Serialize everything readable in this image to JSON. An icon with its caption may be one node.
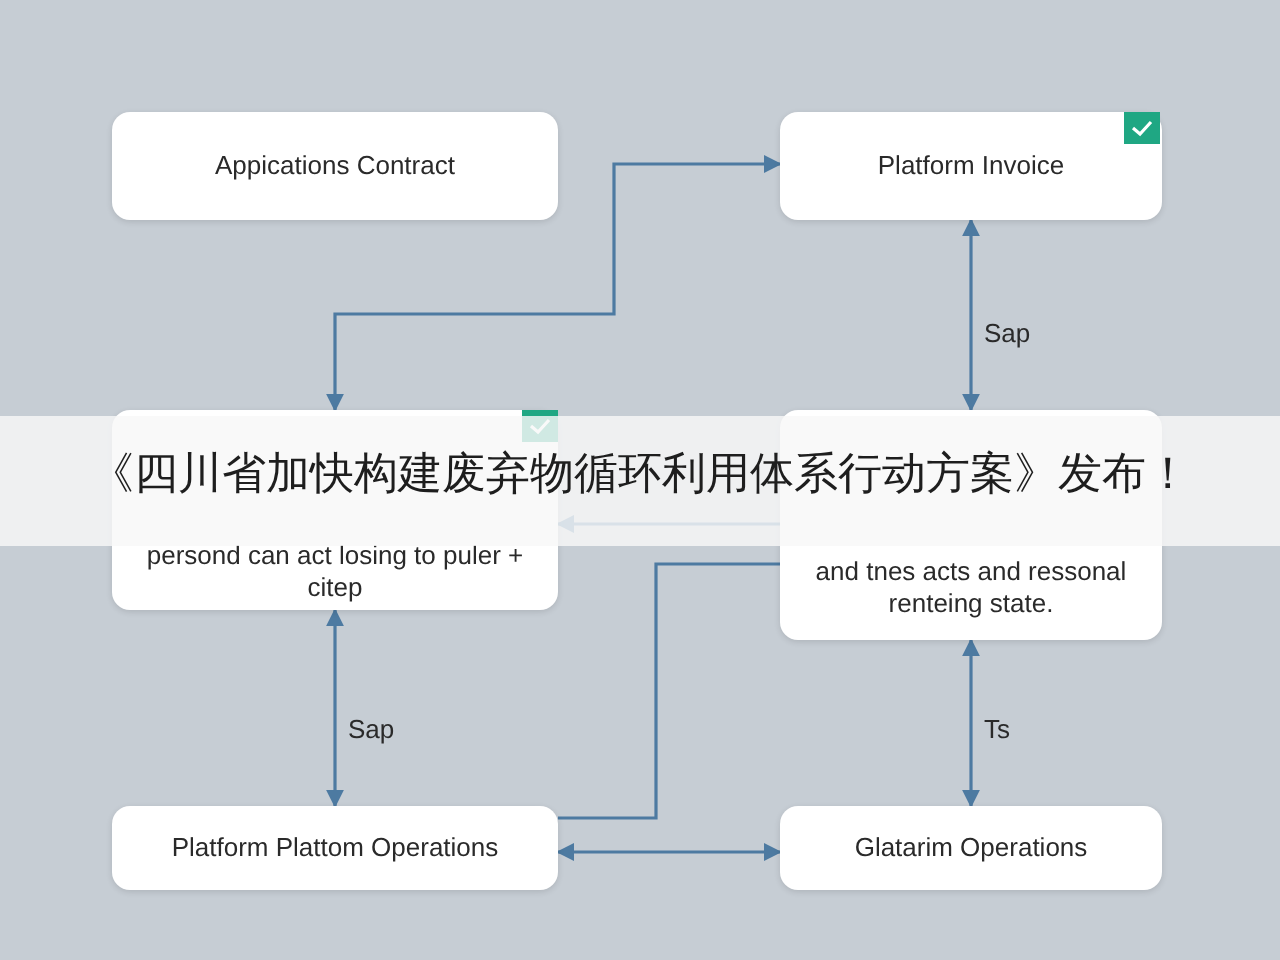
{
  "diagram": {
    "nodes": [
      {
        "text": [
          "Appications Contract"
        ]
      },
      {
        "text": [
          "Platform Invoice"
        ]
      },
      {
        "text": [
          "persond can act losing to puler + citep"
        ]
      },
      {
        "text": [
          "and tnes acts and ressonal renteing state."
        ]
      },
      {
        "text": [
          "Platform Plattom Operations"
        ]
      },
      {
        "text": [
          "Glatarim Operations"
        ]
      }
    ],
    "edges": [
      {
        "from": 2,
        "to": 1,
        "arrow": "both"
      },
      {
        "from": 1,
        "to": 3,
        "arrow": "both",
        "label": "Sap"
      },
      {
        "from": 3,
        "to": 2,
        "arrow": "to"
      },
      {
        "from": 2,
        "to": 4,
        "arrow": "both",
        "label": "Sap"
      },
      {
        "from": 3,
        "to": 5,
        "arrow": "both",
        "label": "Ts"
      },
      {
        "from": 4,
        "to": 5,
        "arrow": "both"
      },
      {
        "from": 4,
        "to": 3,
        "arrow": "none"
      }
    ],
    "labels": [
      "《四川省加快构建废弃物循环利用体系行动方案》发布！"
    ]
  }
}
